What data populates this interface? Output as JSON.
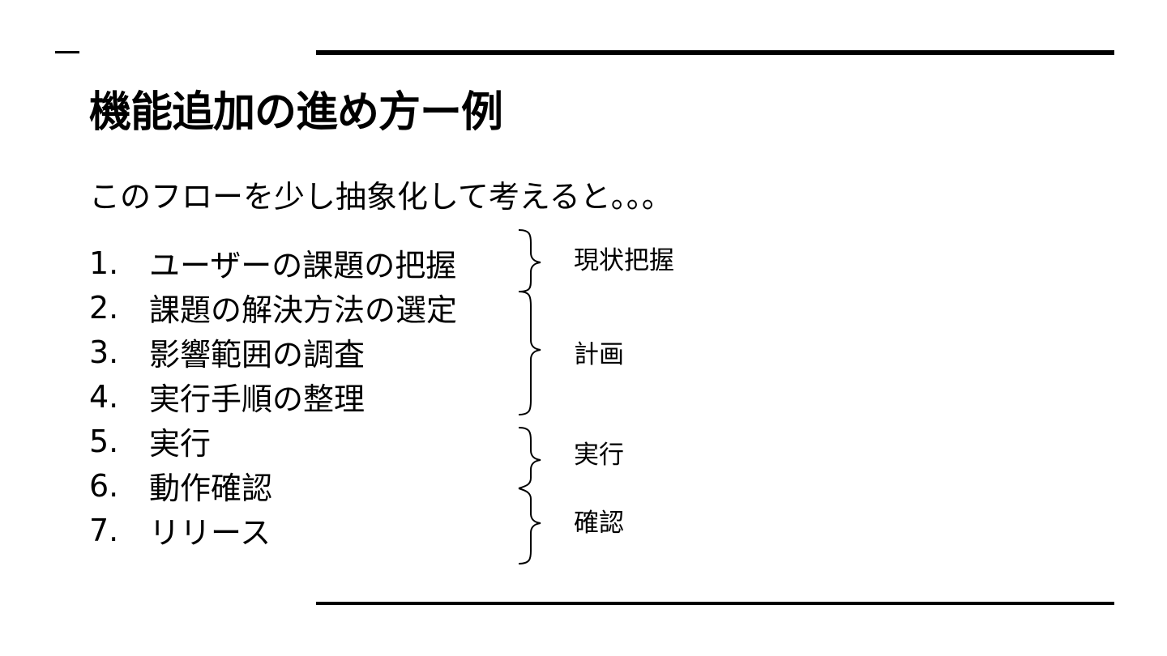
{
  "slide": {
    "title": "機能追加の進め方ー例",
    "subtitle": "このフローを少し抽象化して考えると。。。",
    "steps": [
      {
        "number": "1.",
        "text": "ユーザーの課題の把握"
      },
      {
        "number": "2.",
        "text": "課題の解決方法の選定"
      },
      {
        "number": "3.",
        "text": "影響範囲の調査"
      },
      {
        "number": "4.",
        "text": "実行手順の整理"
      },
      {
        "number": "5.",
        "text": "実行"
      },
      {
        "number": "6.",
        "text": "動作確認"
      },
      {
        "number": "7.",
        "text": "リリース"
      }
    ],
    "phases": [
      {
        "label": "現状把握",
        "covers_steps": [
          1
        ]
      },
      {
        "label": "計画",
        "covers_steps": [
          2,
          3,
          4
        ]
      },
      {
        "label": "実行",
        "covers_steps": [
          5,
          6
        ]
      },
      {
        "label": "確認",
        "covers_steps": [
          6,
          7
        ]
      }
    ],
    "colors": {
      "background": "#ffffff",
      "text": "#000000",
      "rules": "#000000"
    }
  }
}
